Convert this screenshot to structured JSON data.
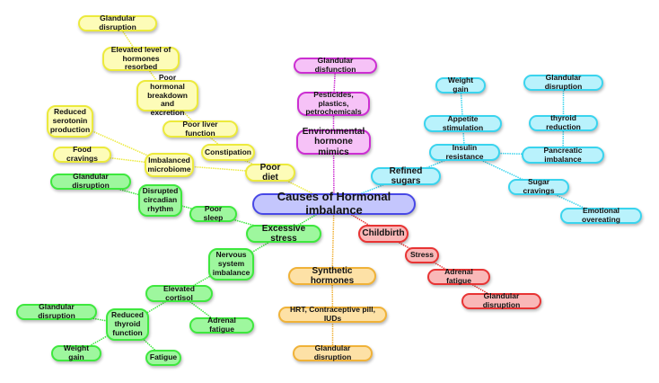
{
  "diagram": {
    "title": "Causes of Hormonal imbalance",
    "colors": {
      "yellow": "#ecea3c",
      "green": "#3ee83e",
      "cyan": "#3ad4ee",
      "pink": "#cc2fd2",
      "red": "#e83434",
      "orange": "#f0b238",
      "blue": "#4848e6"
    },
    "nodes": {
      "root": "Causes of Hormonal imbalance",
      "poor_diet": "Poor diet",
      "constipation": "Constipation",
      "poor_liver": "Poor liver function",
      "poor_breakdown": "Poor hormonal breakdown and excretion",
      "elevated_resorbed": "Elevated level of hormones resorbed",
      "y_glandular": "Glandular disruption",
      "imbalanced_microbiome": "Imbalanced microbiome",
      "reduced_serotonin": "Reduced serotonin production",
      "food_cravings": "Food cravings",
      "env_mimics": "Environmental hormone mimics",
      "pesticides": "Pesticides, plastics, petrochemicals",
      "glandular_disfunction": "Glandular disfunction",
      "refined_sugars": "Refined sugars",
      "insulin_resistance": "Insulin resistance",
      "appetite_stim": "Appetite stimulation",
      "c_weight_gain": "Weight gain",
      "pancreatic": "Pancreatic imbalance",
      "thyroid_reduction": "thyroid reduction",
      "c_glandular": "Glandular disruption",
      "sugar_cravings": "Sugar cravings",
      "emotional_overeating": "Emotional overeating",
      "excessive_stress": "Excessive stress",
      "poor_sleep": "Poor sleep",
      "disrupted_circadian": "Disrupted circadian rhythm",
      "g_glandular_top": "Glandular disruption",
      "nervous_system": "Nervous system imbalance",
      "elevated_cortisol": "Elevated cortisol",
      "adrenal_fatigue_g": "Adrenal fatigue",
      "reduced_thyroid": "Reduced thyroid function",
      "g_glandular_bottom": "Glandular disruption",
      "g_weight_gain": "Weight gain",
      "fatigue": "Fatigue",
      "childbirth": "Childbirth",
      "stress": "Stress",
      "adrenal_fatigue_r": "Adrenal fatigue",
      "r_glandular": "Glandular disruption",
      "synthetic": "Synthetic hormones",
      "hrt": "HRT, Contraceptive pill, IUDs",
      "o_glandular": "Glandular disruption"
    },
    "edges": [
      [
        "root",
        "poor_diet"
      ],
      [
        "poor_diet",
        "constipation"
      ],
      [
        "constipation",
        "poor_liver"
      ],
      [
        "poor_liver",
        "poor_breakdown"
      ],
      [
        "poor_breakdown",
        "elevated_resorbed"
      ],
      [
        "elevated_resorbed",
        "y_glandular"
      ],
      [
        "poor_diet",
        "imbalanced_microbiome"
      ],
      [
        "imbalanced_microbiome",
        "reduced_serotonin"
      ],
      [
        "imbalanced_microbiome",
        "food_cravings"
      ],
      [
        "root",
        "env_mimics"
      ],
      [
        "env_mimics",
        "pesticides"
      ],
      [
        "pesticides",
        "glandular_disfunction"
      ],
      [
        "root",
        "refined_sugars"
      ],
      [
        "refined_sugars",
        "insulin_resistance"
      ],
      [
        "insulin_resistance",
        "appetite_stim"
      ],
      [
        "appetite_stim",
        "c_weight_gain"
      ],
      [
        "insulin_resistance",
        "pancreatic"
      ],
      [
        "pancreatic",
        "thyroid_reduction"
      ],
      [
        "thyroid_reduction",
        "c_glandular"
      ],
      [
        "insulin_resistance",
        "sugar_cravings"
      ],
      [
        "sugar_cravings",
        "emotional_overeating"
      ],
      [
        "root",
        "excessive_stress"
      ],
      [
        "excessive_stress",
        "poor_sleep"
      ],
      [
        "poor_sleep",
        "disrupted_circadian"
      ],
      [
        "disrupted_circadian",
        "g_glandular_top"
      ],
      [
        "excessive_stress",
        "nervous_system"
      ],
      [
        "nervous_system",
        "elevated_cortisol"
      ],
      [
        "elevated_cortisol",
        "adrenal_fatigue_g"
      ],
      [
        "elevated_cortisol",
        "reduced_thyroid"
      ],
      [
        "reduced_thyroid",
        "g_glandular_bottom"
      ],
      [
        "reduced_thyroid",
        "g_weight_gain"
      ],
      [
        "reduced_thyroid",
        "fatigue"
      ],
      [
        "root",
        "childbirth"
      ],
      [
        "childbirth",
        "stress"
      ],
      [
        "stress",
        "adrenal_fatigue_r"
      ],
      [
        "adrenal_fatigue_r",
        "r_glandular"
      ],
      [
        "root",
        "synthetic"
      ],
      [
        "synthetic",
        "hrt"
      ],
      [
        "hrt",
        "o_glandular"
      ]
    ]
  }
}
